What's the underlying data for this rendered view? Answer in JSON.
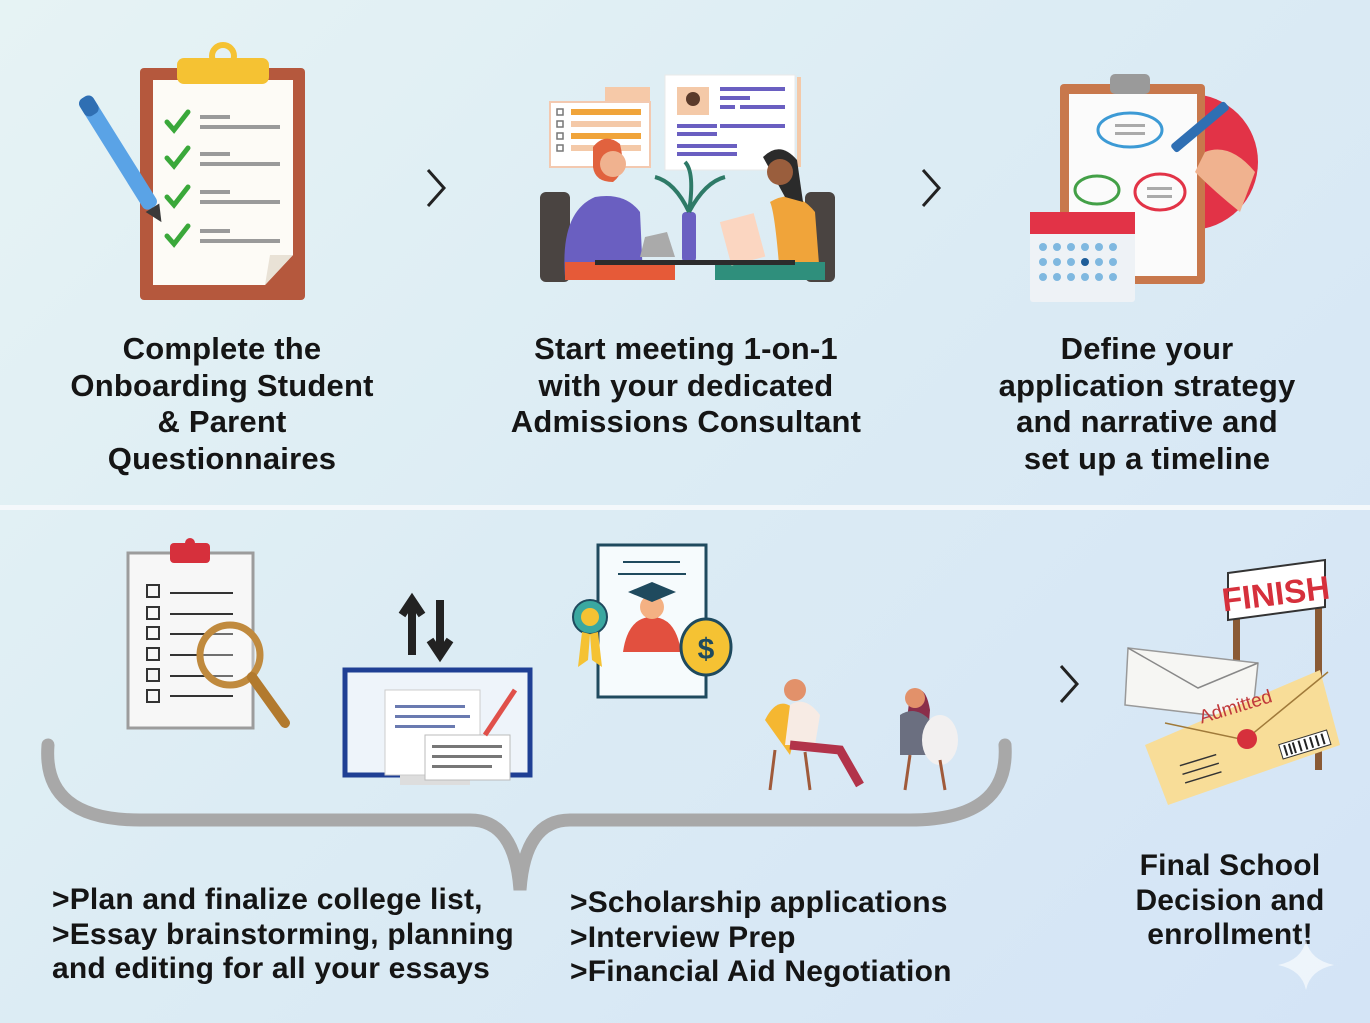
{
  "steps": [
    {
      "lines": [
        "Complete the",
        "Onboarding Student",
        "& Parent",
        "Questionnaires"
      ],
      "icon": "clipboard-checklist-icon"
    },
    {
      "lines": [
        "Start meeting 1-on-1",
        "with your dedicated",
        "Admissions Consultant"
      ],
      "icon": "consultation-meeting-icon"
    },
    {
      "lines": [
        "Define your",
        "application strategy",
        "and narrative and",
        "set up a timeline"
      ],
      "icon": "strategy-calendar-icon"
    }
  ],
  "bottom_left": {
    "lines": [
      ">Plan and finalize college list,",
      ">Essay brainstorming, planning",
      "and editing for all your essays"
    ]
  },
  "bottom_middle": {
    "lines": [
      ">Scholarship applications",
      ">Interview Prep",
      ">Financial Aid Negotiation"
    ]
  },
  "final_step": {
    "lines": [
      "Final School",
      "Decision and",
      "enrollment!"
    ],
    "sign_text": "FINISH",
    "envelope_text": "Admitted"
  },
  "colors": {
    "accent_red": "#d6303c",
    "check_green": "#3aa83a",
    "purple": "#6a5fc1",
    "orange": "#f0a43a",
    "brace_gray": "#a8a8a8"
  }
}
